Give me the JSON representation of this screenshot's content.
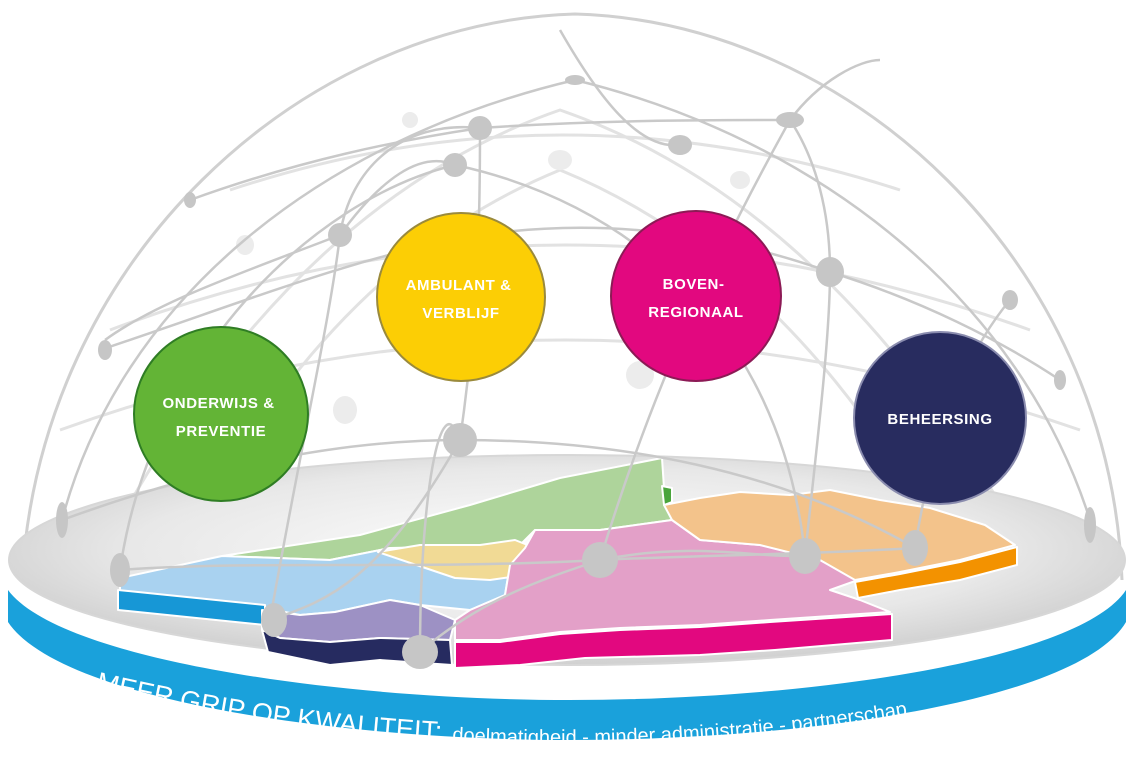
{
  "pillars": [
    {
      "id": "onderwijs",
      "lines": [
        "ONDERWIJS &",
        "PREVENTIE"
      ],
      "color": "#63b436",
      "stroke": "#2f7d24"
    },
    {
      "id": "ambulant",
      "lines": [
        "AMBULANT &",
        "VERBLIJF"
      ],
      "color": "#fcce05",
      "stroke": "#9a8a3c"
    },
    {
      "id": "bovenregionaal",
      "lines": [
        "BOVEN-",
        "REGIONAAL"
      ],
      "color": "#e2087f",
      "stroke": "#8c1a55"
    },
    {
      "id": "beheersing",
      "lines": [
        "BEHEERSING"
      ],
      "color": "#282c5f",
      "stroke": "#8a8cae"
    }
  ],
  "band": {
    "main": "MEER GRIP OP KWALITEIT:",
    "sub": "doelmatigheid  -  minder administratie  -  partnerschap",
    "color": "#1aa1db"
  },
  "map_colors": {
    "light_blue": "#a9d2f0",
    "blue_side": "#1797d6",
    "lavender": "#9d91c4",
    "navy": "#262b60",
    "light_green": "#aed49b",
    "green": "#4aa53c",
    "yellow": "#f1da95",
    "pink": "#e3a0c8",
    "magenta": "#e2087f",
    "orange_light": "#f3c38b",
    "orange": "#f39200"
  }
}
